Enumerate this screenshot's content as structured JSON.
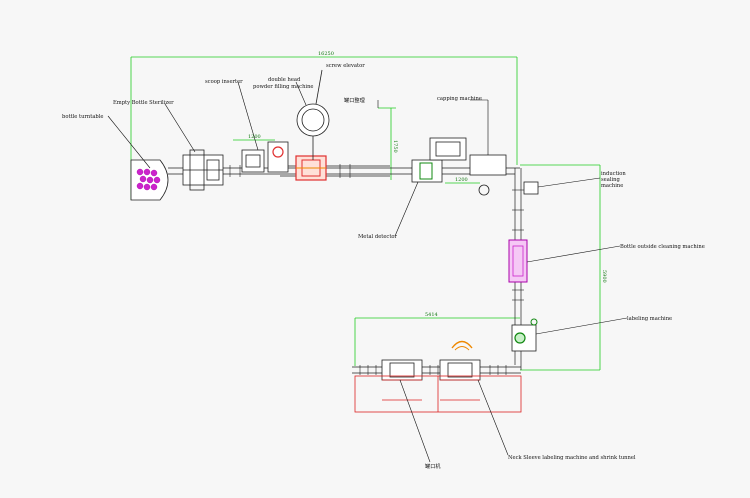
{
  "labels": {
    "bottle_turntable": "bottle turntable",
    "empty_bottle_sterilizer": "Empty Bottle Sterilizer",
    "scoop_inserter": "scoop inserter",
    "double_head_filling": "double head",
    "double_head_filling_2": "powder filling machine",
    "screw_elevator": "screw elevator",
    "cjk_top_label": "罐口整理",
    "capping_machine": "capping machine",
    "induction_sealing_1": "induction",
    "induction_sealing_2": "sealing",
    "induction_sealing_3": "machine",
    "metal_detector": "Metal detector",
    "bottle_cleaning": "Bottle outside cleaning machine",
    "labeling_machine": "labeling machine",
    "neck_sleeve": "Neck Sleeve labeling machine and shrink tunnel",
    "cjk_bottom_label": "罐口机"
  },
  "dimensions": {
    "top_overall": "16250",
    "right_vertical": "5900",
    "middle_vertical": "1750",
    "bottom_horizontal": "5414",
    "small_top": "1200",
    "small_capping": "1200"
  },
  "colors": {
    "background": "#f7f7f7",
    "dimension_green": "#22cc22",
    "safety_red": "#dd2222",
    "sterilizer_purple": "#cc22cc",
    "filler_red": "#e03030",
    "labeler_green": "#118811",
    "accent_orange": "#ee8800"
  }
}
